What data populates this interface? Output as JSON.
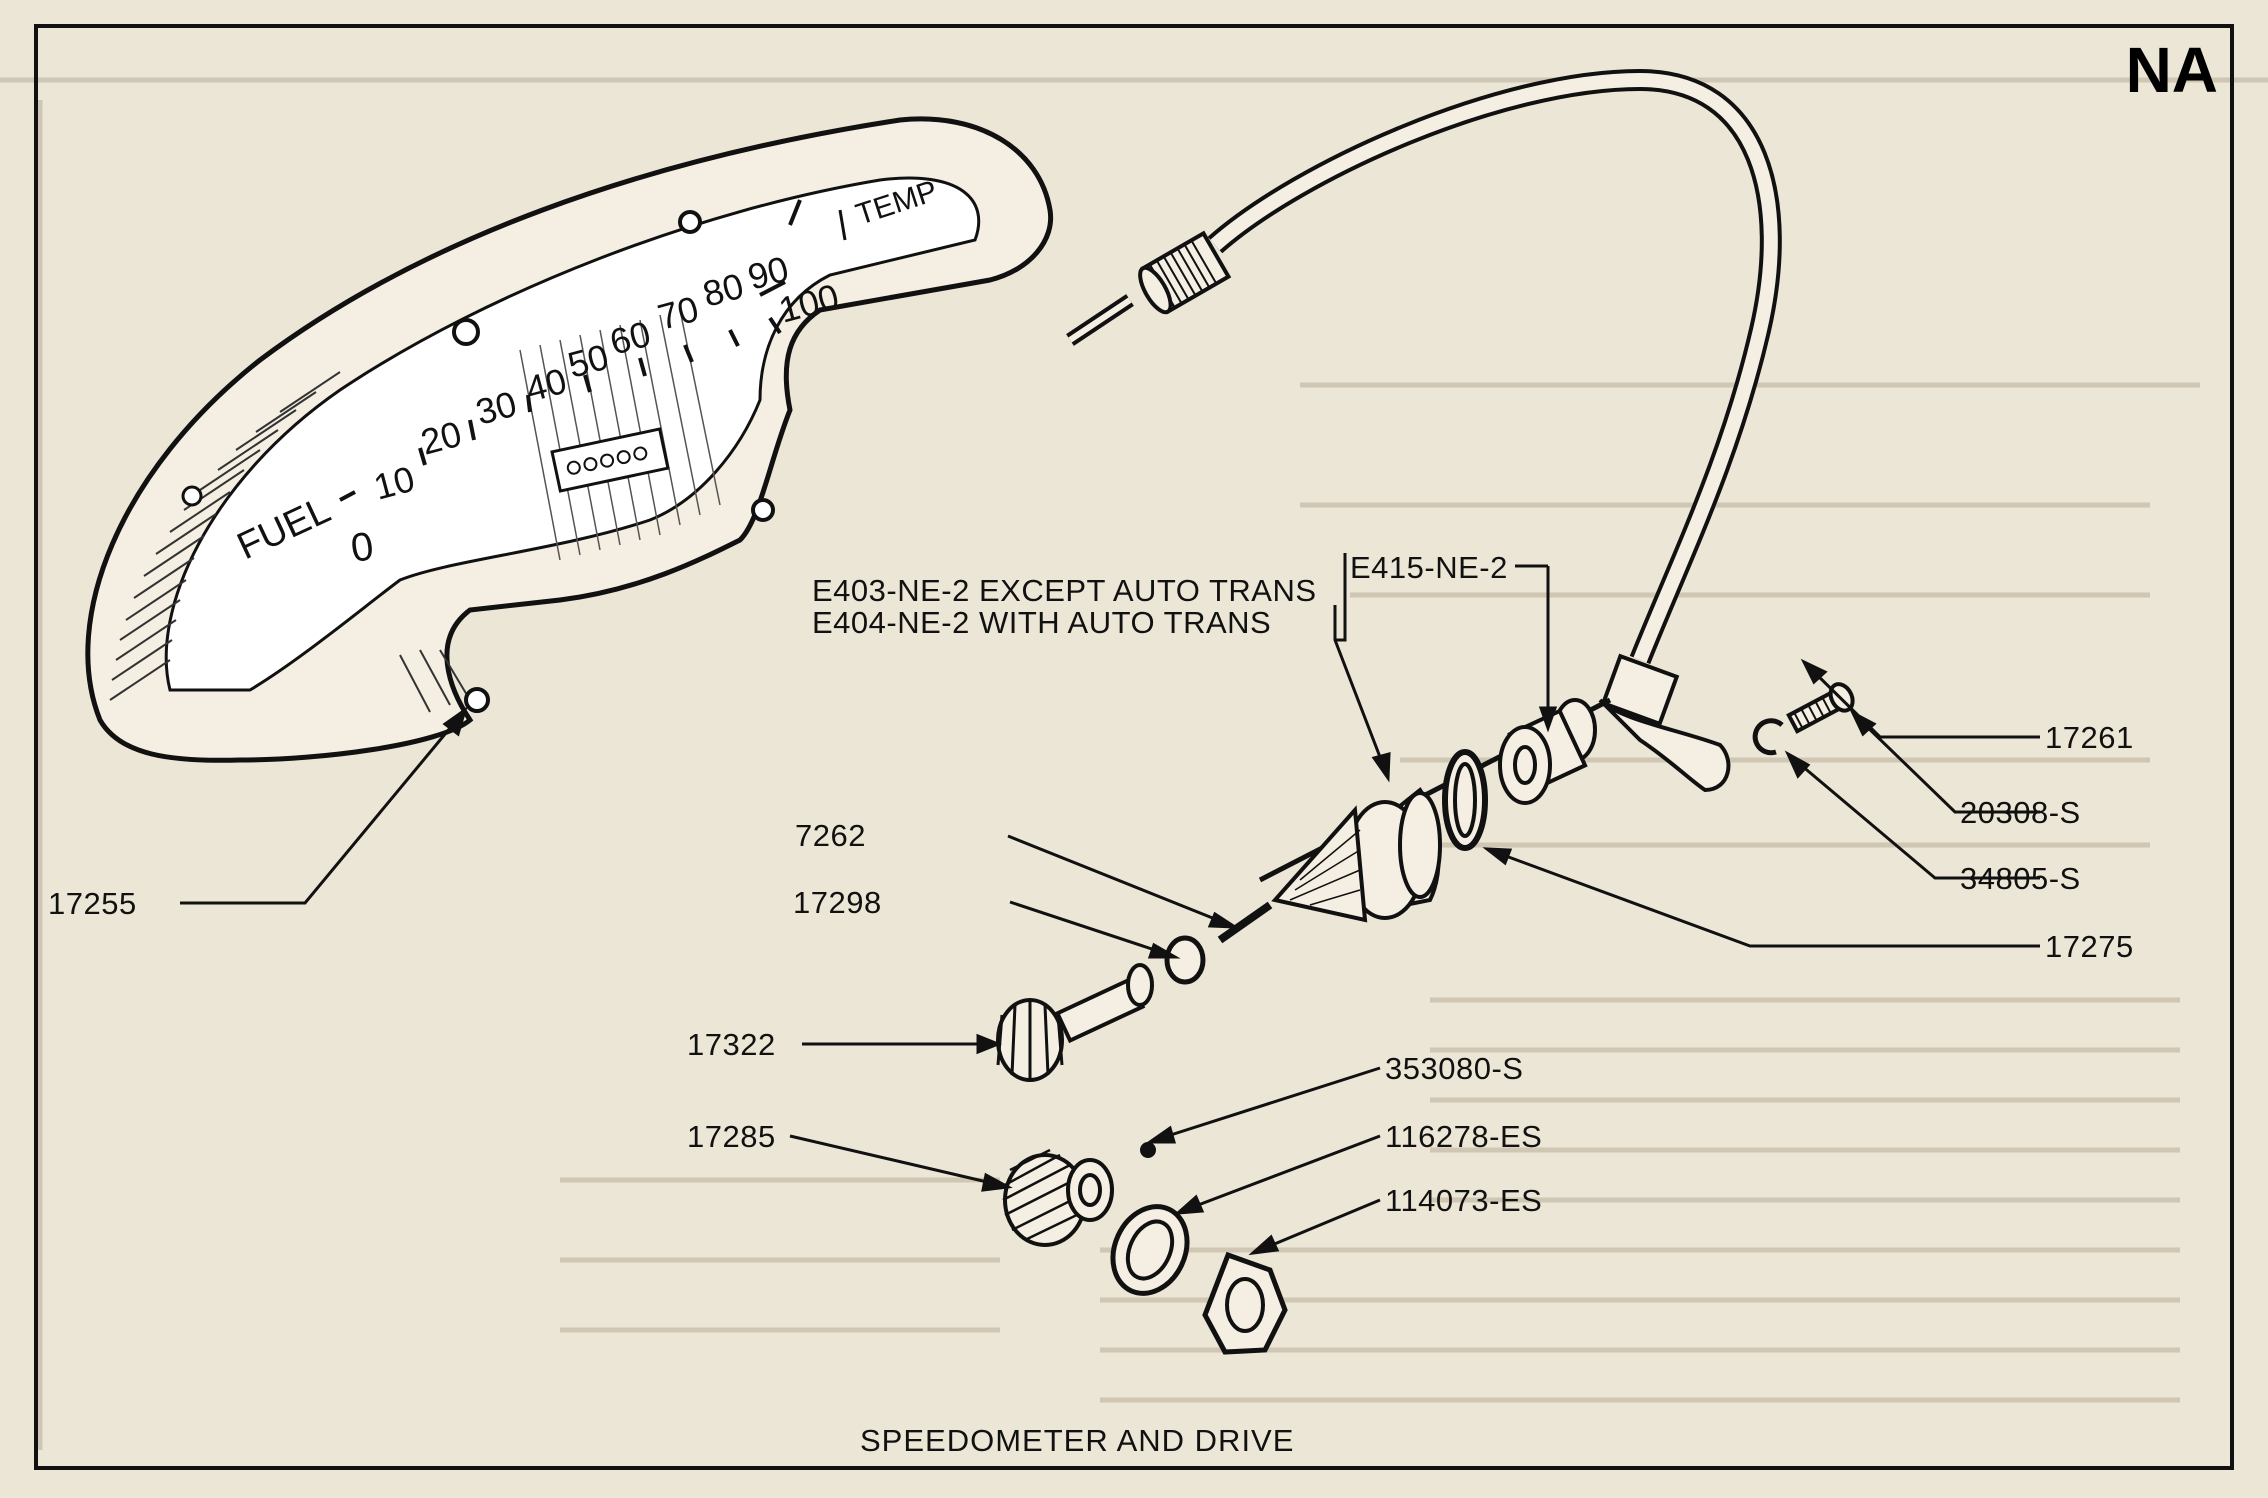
{
  "page": {
    "corner_mark": "NA",
    "caption": "SPEEDOMETER AND DRIVE"
  },
  "cluster": {
    "gauge_fuel": "FUEL",
    "gauge_temp": "TEMP",
    "speed_numbers": [
      "0",
      "10",
      "20",
      "30",
      "40",
      "50",
      "60",
      "70",
      "80",
      "90",
      "100"
    ]
  },
  "parts": {
    "p17255": "17255",
    "p7262": "7262",
    "p17298": "17298",
    "p17322": "17322",
    "p17285": "17285",
    "p_e403": "E403-NE-2 EXCEPT AUTO TRANS",
    "p_e404": "E404-NE-2 WITH AUTO TRANS",
    "p_e415": "E415-NE-2",
    "p17261": "17261",
    "p20308": "20308-S",
    "p34805": "34805-S",
    "p17275": "17275",
    "p353080": "353080-S",
    "p116278": "116278-ES",
    "p114073": "114073-ES"
  },
  "colors": {
    "paper": "#ece6d6",
    "ink": "#111111",
    "faded": "#c9c1ad"
  }
}
